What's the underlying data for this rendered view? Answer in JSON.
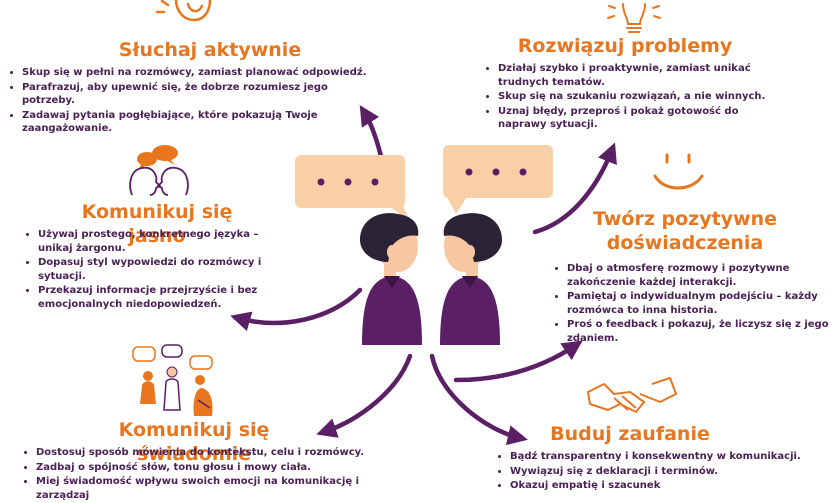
{
  "colors": {
    "orange": "#e8761f",
    "purple": "#5b1f66",
    "skin": "#f7c7a1",
    "bubble": "#f9cfa5",
    "hair": "#2c2436"
  },
  "icons": [
    "ear-icon",
    "lightbulb-icon",
    "speaking-heads-icon",
    "smiley-icon",
    "group-discussion-icon",
    "handshake-icon",
    "speech-bubble-icon"
  ],
  "sections": {
    "listen": {
      "title": "Słuchaj aktywnie",
      "items": [
        "Skup się w pełni na rozmówcy, zamiast planować odpowiedź.",
        "Parafrazuj, aby upewnić się, że dobrze rozumiesz jego potrzeby.",
        "Zadawaj pytania pogłębiające, które pokazują Twoje zaangażowanie."
      ]
    },
    "solve": {
      "title": "Rozwiązuj problemy",
      "items": [
        "Działaj szybko i proaktywnie, zamiast unikać trudnych tematów.",
        "Skup się na szukaniu rozwiązań, a nie winnych.",
        "Uznaj błędy, przeproś i pokaż gotowość do naprawy sytuacji."
      ]
    },
    "clear": {
      "title": "Komunikuj się jasno",
      "items": [
        "Używaj prostego, konkretnego języka – unikaj żargonu.",
        "Dopasuj styl wypowiedzi do rozmówcy i sytuacji.",
        "Przekazuj informacje przejrzyście i bez emocjonalnych niedopowiedzeń."
      ]
    },
    "positive": {
      "title": "Twórz pozytywne doświadczenia",
      "items": [
        "Dbaj o atmosferę rozmowy i pozytywne zakończenie każdej interakcji.",
        "Pamiętaj o indywidualnym podejściu – każdy rozmówca to inna historia.",
        "Proś o feedback i pokazuj, że liczysz się z jego zdaniem."
      ]
    },
    "aware": {
      "title": "Komunikuj się świadomie",
      "items": [
        "Dostosuj sposób mówienia do kontekstu, celu i rozmówcy.",
        "Zadbaj o spójność słów, tonu głosu i mowy ciała.",
        "Miej świadomość wpływu swoich emocji na komunikację i zarządzaj"
      ]
    },
    "trust": {
      "title": "Buduj zaufanie",
      "items": [
        "Bądź transparentny i konsekwentny w komunikacji.",
        "Wywiązuj się z deklaracji i terminów.",
        "Okazuj empatię i szacunek"
      ]
    }
  }
}
